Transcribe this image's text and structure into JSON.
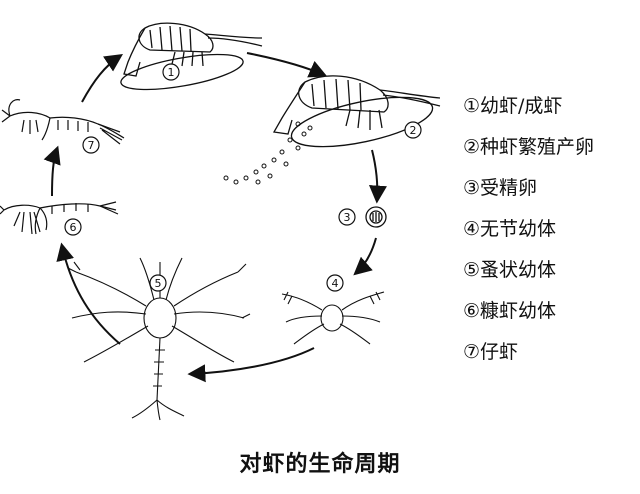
{
  "title": "对虾的生命周期",
  "stage_markers": [
    "1",
    "2",
    "3",
    "4",
    "5",
    "6",
    "7"
  ],
  "legend": [
    "①幼虾/成虾",
    "②种虾繁殖产卵",
    "③受精卵",
    "④无节幼体",
    "⑤蚤状幼体",
    "⑥糠虾幼体",
    "⑦仔虾"
  ]
}
